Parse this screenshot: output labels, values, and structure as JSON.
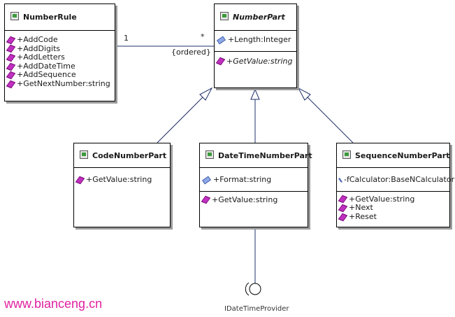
{
  "colors": {
    "operation": "#c030c0",
    "attribute": "#8ea8e6",
    "connector": "#1e2f6b",
    "shadow": "#9a9a9a",
    "watermark": "#e020a0"
  },
  "classes": {
    "number_rule": {
      "name": "NumberRule",
      "operations": [
        "+AddCode",
        "+AddDigits",
        "+AddLetters",
        "+AddDateTime",
        "+AddSequence",
        "+GetNextNumber:string"
      ]
    },
    "number_part": {
      "name": "NumberPart",
      "attributes": [
        "+Length:Integer"
      ],
      "operations": [
        "+GetValue:string"
      ]
    },
    "code_number_part": {
      "name": "CodeNumberPart",
      "operations": [
        "+GetValue:string"
      ]
    },
    "datetime_number_part": {
      "name": "DateTimeNumberPart",
      "attributes": [
        "+Format:string"
      ],
      "operations": [
        "+GetValue:string"
      ]
    },
    "sequence_number_part": {
      "name": "SequenceNumberPart",
      "attributes": [
        "-fCalculator:BaseNCalculator"
      ],
      "operations": [
        "+GetValue:string",
        "+Next",
        "+Reset"
      ]
    }
  },
  "association": {
    "source_multiplicity": "1",
    "target_multiplicity": "*",
    "constraint": "{ordered}"
  },
  "interface": {
    "name": "IDateTimeProvider"
  },
  "watermark": "www.bianceng.cn"
}
